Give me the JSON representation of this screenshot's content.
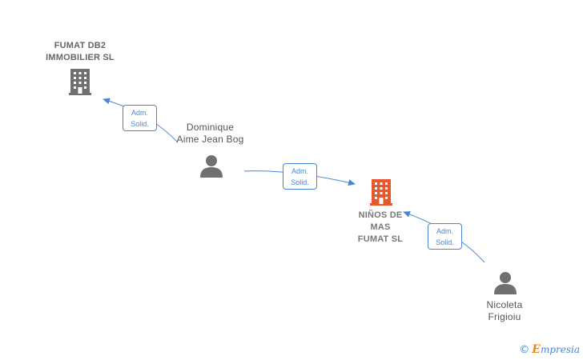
{
  "colors": {
    "company_icon": "#707070",
    "main_company_icon": "#e8582a",
    "person_icon": "#707070",
    "edge": "#4a86d4"
  },
  "nodes": {
    "fumat_db2": {
      "line1": "FUMAT DB2",
      "line2": "IMMOBILIER SL",
      "icon": "building-icon"
    },
    "dominique": {
      "line1": "Dominique",
      "line2": "Aime Jean Bog",
      "icon": "person-icon"
    },
    "ninos": {
      "line1": "NIÑOS DE",
      "line2": "MAS",
      "line3": "FUMAT SL",
      "icon": "building-icon"
    },
    "nicoleta": {
      "line1": "Nicoleta",
      "line2": "Frigioiu",
      "icon": "person-icon"
    }
  },
  "edges": [
    {
      "line1": "Adm.",
      "line2": "Solid."
    },
    {
      "line1": "Adm.",
      "line2": "Solid."
    },
    {
      "line1": "Adm.",
      "line2": "Solid."
    }
  ],
  "brand": {
    "copyright": "©",
    "e_letter": "E",
    "rest": "mpresia"
  }
}
